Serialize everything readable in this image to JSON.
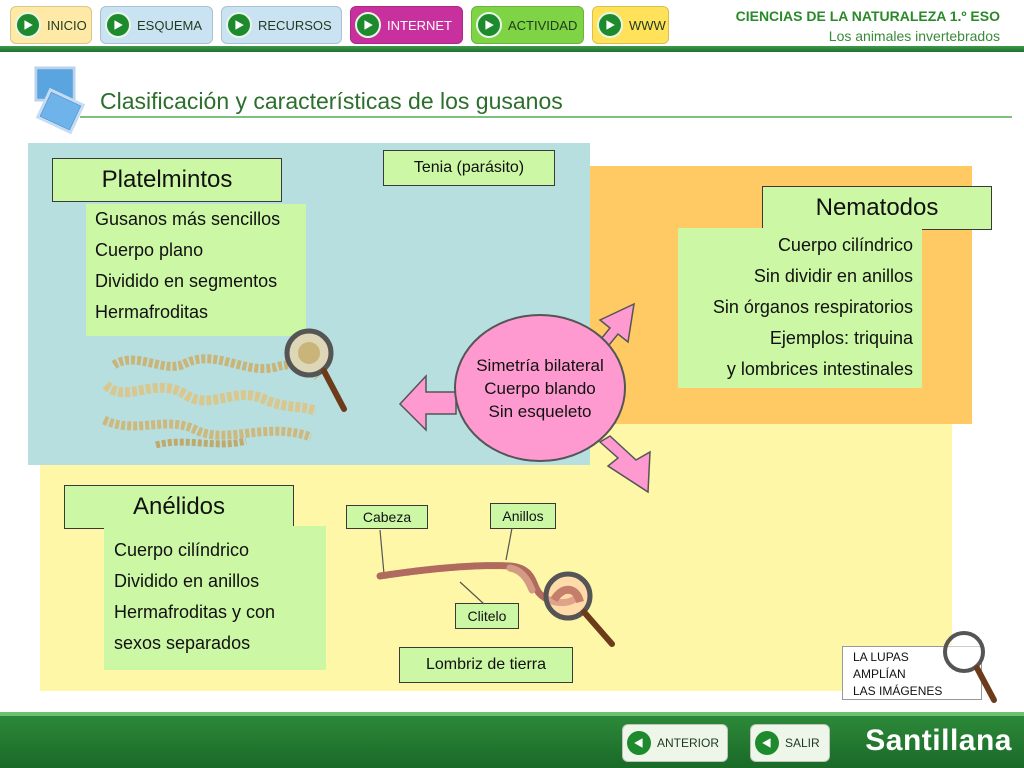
{
  "nav": {
    "items": [
      {
        "label": "INICIO",
        "color": "#ffe9a6"
      },
      {
        "label": "ESQUEMA",
        "color": "#c9e3f3"
      },
      {
        "label": "RECURSOS",
        "color": "#c9e3f3"
      },
      {
        "label": "INTERNET",
        "color": "#c8309e"
      },
      {
        "label": "ACTIVIDAD",
        "color": "#7ed444"
      },
      {
        "label": "WWW",
        "color": "#ffe25a"
      }
    ]
  },
  "course": {
    "title": "CIENCIAS DE LA NATURALEZA 1.º ESO",
    "subtitle": "Los animales invertebrados"
  },
  "page": {
    "title": "Clasificación y características de los gusanos"
  },
  "groups": {
    "platelmintos": {
      "title": "Platelmintos",
      "items": [
        "Gusanos más sencillos",
        "Cuerpo plano",
        "Dividido en segmentos",
        "Hermafroditas"
      ],
      "example_label": "Tenia (parásito)"
    },
    "nematodos": {
      "title": "Nematodos",
      "items": [
        "Cuerpo cilíndrico",
        "Sin dividir en anillos",
        "Sin órganos respiratorios",
        "Ejemplos: triquina",
        "y lombrices intestinales"
      ]
    },
    "anelidos": {
      "title": "Anélidos",
      "items": [
        "Cuerpo cilíndrico",
        "Dividido en anillos",
        "Hermafroditas y con",
        "sexos separados"
      ],
      "example_label": "Lombriz de tierra",
      "parts": {
        "head": "Cabeza",
        "rings": "Anillos",
        "clitellum": "Clitelo"
      }
    }
  },
  "center": {
    "lines": [
      "Simetría bilateral",
      "Cuerpo blando",
      "Sin esqueleto"
    ]
  },
  "tip": {
    "lines": [
      "LA LUPAS",
      "AMPLÍAN",
      "LAS IMÁGENES"
    ]
  },
  "footer": {
    "prev_label": "ANTERIOR",
    "exit_label": "SALIR",
    "brand": "Santillana"
  },
  "icons": {
    "nav": "play-icon",
    "magnifier": "magnifier-icon",
    "back": "back-arrow-icon",
    "slides": "slides-icon"
  },
  "colors": {
    "region_blue": "#b8dfe0",
    "region_orange": "#ffca63",
    "region_yellow": "#fff7a8",
    "label_green": "#ccf7a5",
    "center_pink": "#ff9ad0",
    "brand_green": "#1f7a2e"
  }
}
